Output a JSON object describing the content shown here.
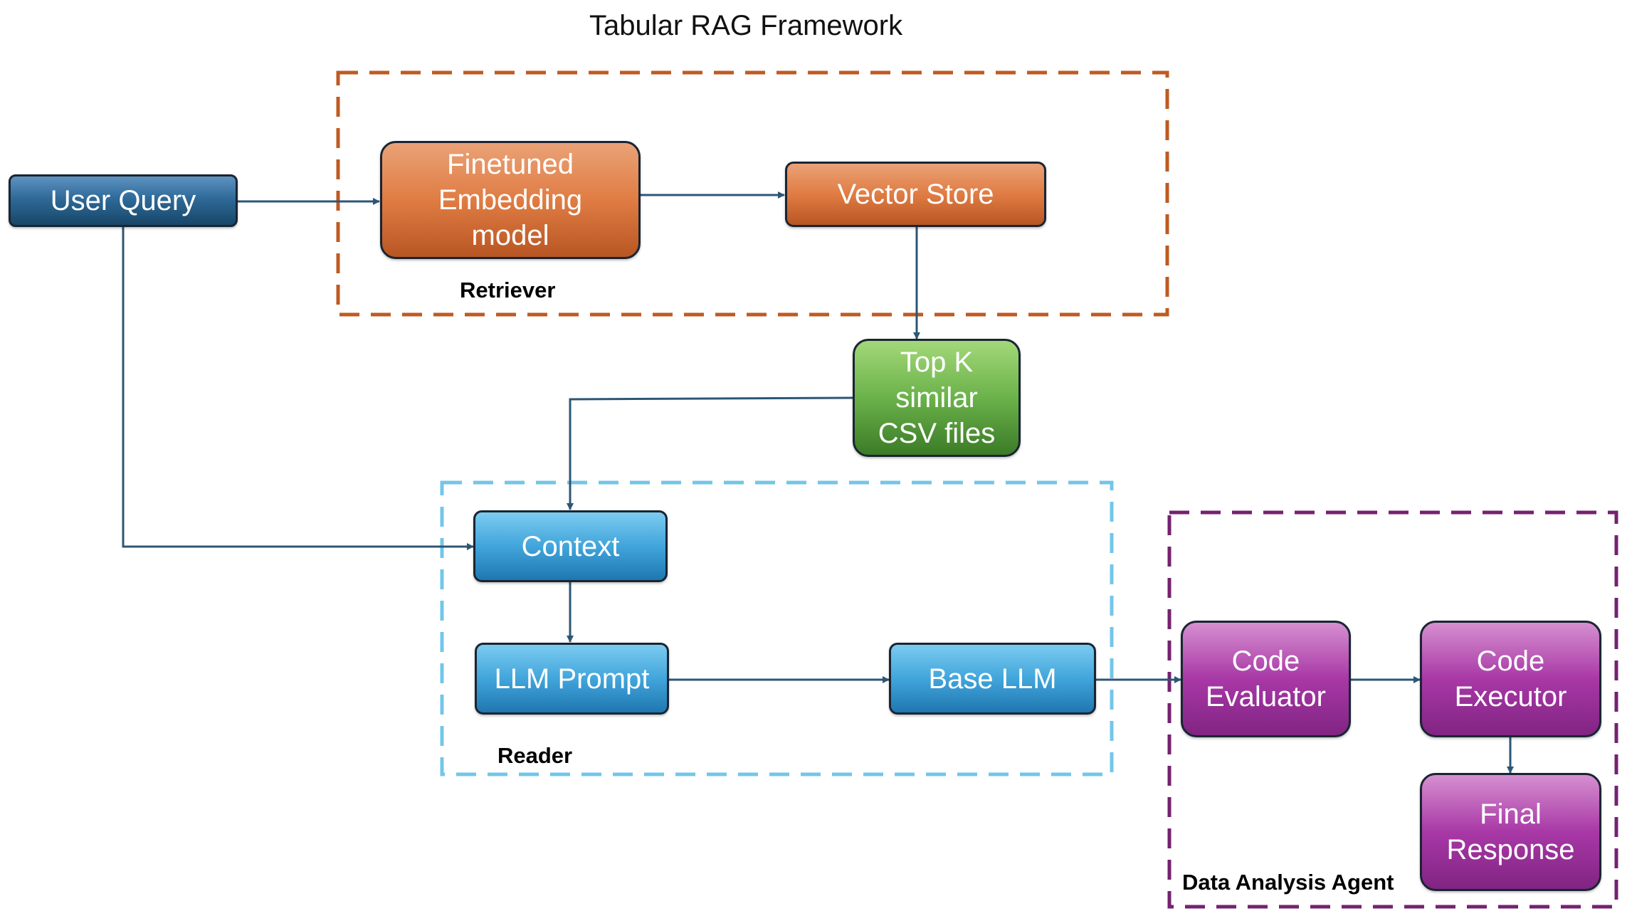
{
  "title": "Tabular RAG Framework",
  "groups": {
    "retriever": {
      "label": "Retriever",
      "color": "#bf5a22"
    },
    "reader": {
      "label": "Reader",
      "color": "#73c6e8"
    },
    "agent": {
      "label": "Data Analysis Agent",
      "color": "#742270"
    }
  },
  "nodes": {
    "user_query": "User Query",
    "embedding_model": "Finetuned\nEmbedding\nmodel",
    "vector_store": "Vector Store",
    "top_k": "Top K\nsimilar\nCSV files",
    "context": "Context",
    "llm_prompt": "LLM Prompt",
    "base_llm": "Base LLM",
    "code_evaluator": "Code\nEvaluator",
    "code_executor": "Code\nExecutor",
    "final_response": "Final\nResponse"
  },
  "colors": {
    "arrow": "#2d5674",
    "node_border": "#1a2533"
  }
}
